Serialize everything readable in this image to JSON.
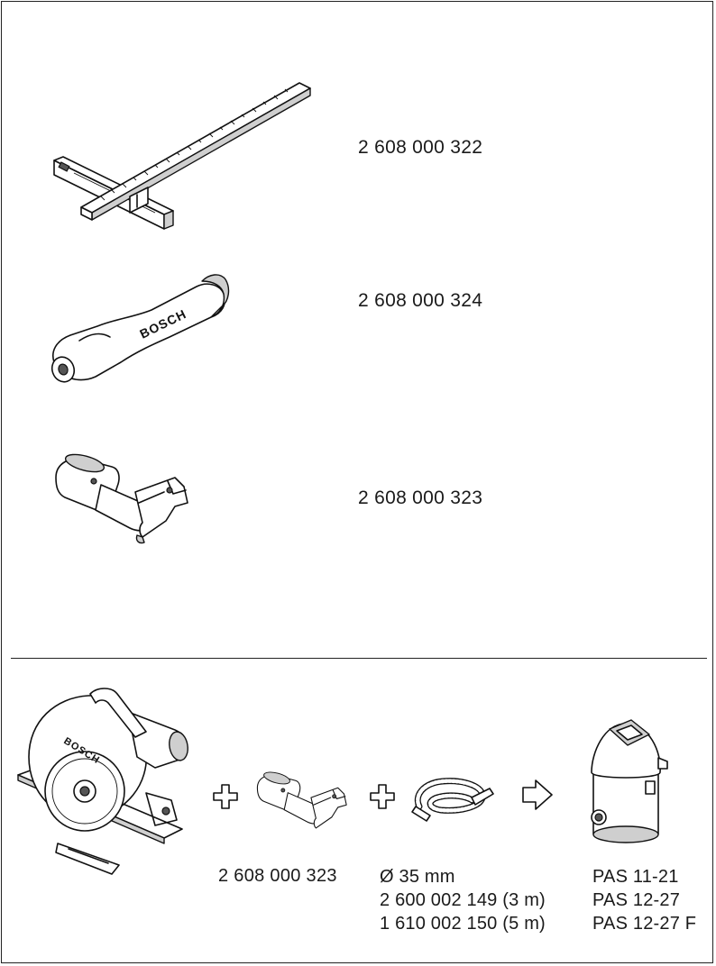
{
  "accessories": [
    {
      "part_number": "2 608 000 322",
      "icon": "parallel-guide-icon"
    },
    {
      "part_number": "2 608 000 324",
      "icon": "auxiliary-handle-icon",
      "brand": "BOSCH"
    },
    {
      "part_number": "2 608 000 323",
      "icon": "extraction-adapter-icon"
    }
  ],
  "setup": {
    "saw": {
      "icon": "circular-saw-icon",
      "brand": "BOSCH"
    },
    "plus_symbol": "+",
    "arrow_icon": "arrow-right-icon",
    "adapter": {
      "icon": "extraction-adapter-icon",
      "part_number": "2 608 000 323"
    },
    "hose": {
      "icon": "vacuum-hose-icon",
      "lines": [
        "Ø 35 mm",
        "2 600 002 149 (3 m)",
        "1 610 002 150 (5 m)"
      ]
    },
    "vacuum": {
      "icon": "vacuum-cleaner-icon",
      "models": [
        "PAS 11-21",
        "PAS 12-27",
        "PAS 12-27 F"
      ]
    }
  }
}
